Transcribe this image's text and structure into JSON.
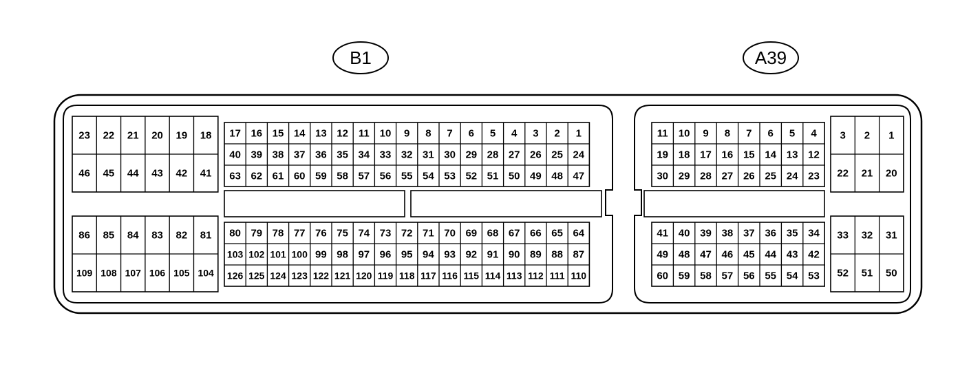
{
  "connectors": {
    "b1": {
      "label": "B1",
      "left_upper_block": [
        [
          "23",
          "22",
          "21",
          "20",
          "19",
          "18"
        ],
        [
          "46",
          "45",
          "44",
          "43",
          "42",
          "41"
        ]
      ],
      "left_lower_block": [
        [
          "86",
          "85",
          "84",
          "83",
          "82",
          "81"
        ],
        [
          "109",
          "108",
          "107",
          "106",
          "105",
          "104"
        ]
      ],
      "main_upper_block": [
        [
          "17",
          "16",
          "15",
          "14",
          "13",
          "12",
          "11",
          "10",
          "9",
          "8",
          "7",
          "6",
          "5",
          "4",
          "3",
          "2",
          "1"
        ],
        [
          "40",
          "39",
          "38",
          "37",
          "36",
          "35",
          "34",
          "33",
          "32",
          "31",
          "30",
          "29",
          "28",
          "27",
          "26",
          "25",
          "24"
        ],
        [
          "63",
          "62",
          "61",
          "60",
          "59",
          "58",
          "57",
          "56",
          "55",
          "54",
          "53",
          "52",
          "51",
          "50",
          "49",
          "48",
          "47"
        ]
      ],
      "main_lower_block": [
        [
          "80",
          "79",
          "78",
          "77",
          "76",
          "75",
          "74",
          "73",
          "72",
          "71",
          "70",
          "69",
          "68",
          "67",
          "66",
          "65",
          "64"
        ],
        [
          "103",
          "102",
          "101",
          "100",
          "99",
          "98",
          "97",
          "96",
          "95",
          "94",
          "93",
          "92",
          "91",
          "90",
          "89",
          "88",
          "87"
        ],
        [
          "126",
          "125",
          "124",
          "123",
          "122",
          "121",
          "120",
          "119",
          "118",
          "117",
          "116",
          "115",
          "114",
          "113",
          "112",
          "111",
          "110"
        ]
      ]
    },
    "a39": {
      "label": "A39",
      "main_upper_block": [
        [
          "11",
          "10",
          "9",
          "8",
          "7",
          "6",
          "5",
          "4"
        ],
        [
          "19",
          "18",
          "17",
          "16",
          "15",
          "14",
          "13",
          "12"
        ],
        [
          "30",
          "29",
          "28",
          "27",
          "26",
          "25",
          "24",
          "23"
        ]
      ],
      "main_lower_block": [
        [
          "41",
          "40",
          "39",
          "38",
          "37",
          "36",
          "35",
          "34"
        ],
        [
          "49",
          "48",
          "47",
          "46",
          "45",
          "44",
          "43",
          "42"
        ],
        [
          "60",
          "59",
          "58",
          "57",
          "56",
          "55",
          "54",
          "53"
        ]
      ],
      "right_upper_block": [
        [
          "3",
          "2",
          "1"
        ],
        [
          "22",
          "21",
          "20"
        ]
      ],
      "right_lower_block": [
        [
          "33",
          "32",
          "31"
        ],
        [
          "52",
          "51",
          "50"
        ]
      ]
    }
  }
}
